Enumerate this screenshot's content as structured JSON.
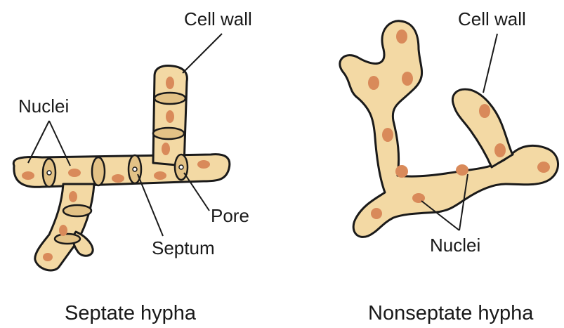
{
  "left_diagram": {
    "caption": "Septate hypha",
    "labels": {
      "cell_wall": "Cell wall",
      "nuclei": "Nuclei",
      "pore": "Pore",
      "septum": "Septum"
    }
  },
  "right_diagram": {
    "caption": "Nonseptate hypha",
    "labels": {
      "cell_wall": "Cell wall",
      "nuclei": "Nuclei"
    }
  },
  "colors": {
    "hypha_fill": "#f3d9a4",
    "hypha_outline": "#1a1a1a",
    "nucleus": "#d98a5a",
    "septum": "#e3c286"
  }
}
